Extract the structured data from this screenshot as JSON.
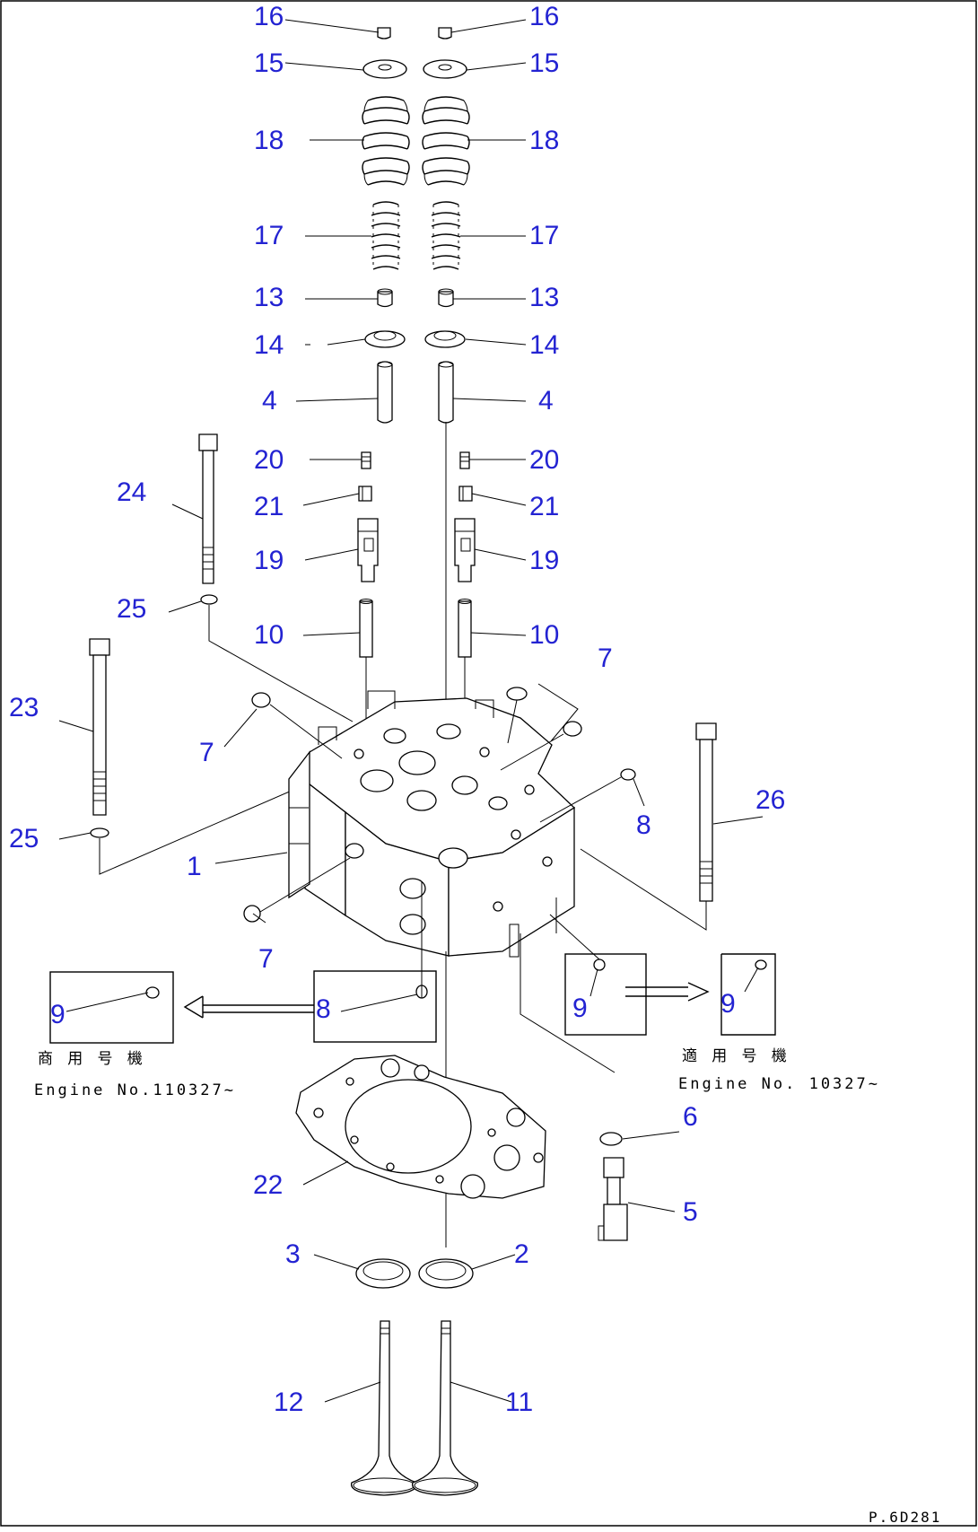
{
  "labels": {
    "l16a": "16",
    "l16b": "16",
    "l15a": "15",
    "l15b": "15",
    "l18a": "18",
    "l18b": "18",
    "l17a": "17",
    "l17b": "17",
    "l13a": "13",
    "l13b": "13",
    "l14a": "14",
    "l14b": "14",
    "l4a": "4",
    "l4b": "4",
    "l20a": "20",
    "l20b": "20",
    "l21a": "21",
    "l21b": "21",
    "l19a": "19",
    "l19b": "19",
    "l10a": "10",
    "l10b": "10",
    "l24": "24",
    "l25a": "25",
    "l25b": "25",
    "l23": "23",
    "l7a": "7",
    "l7b": "7",
    "l7c": "7",
    "l8a": "8",
    "l8b": "8",
    "l26": "26",
    "l1": "1",
    "l9a": "9",
    "l9b": "9",
    "l9c": "9",
    "l6": "6",
    "l5": "5",
    "l22": "22",
    "l3": "3",
    "l2": "2",
    "l12": "12",
    "l11": "11"
  },
  "notes": {
    "left_jp": "商 用 号 機",
    "left_en": "Engine No.110327~",
    "right_jp": "適 用 号 機",
    "right_en": "Engine No. 10327~"
  },
  "figure_ref": "P.6D281",
  "colors": {
    "label": "#2323d2",
    "line": "#000000",
    "background": "#ffffff"
  }
}
